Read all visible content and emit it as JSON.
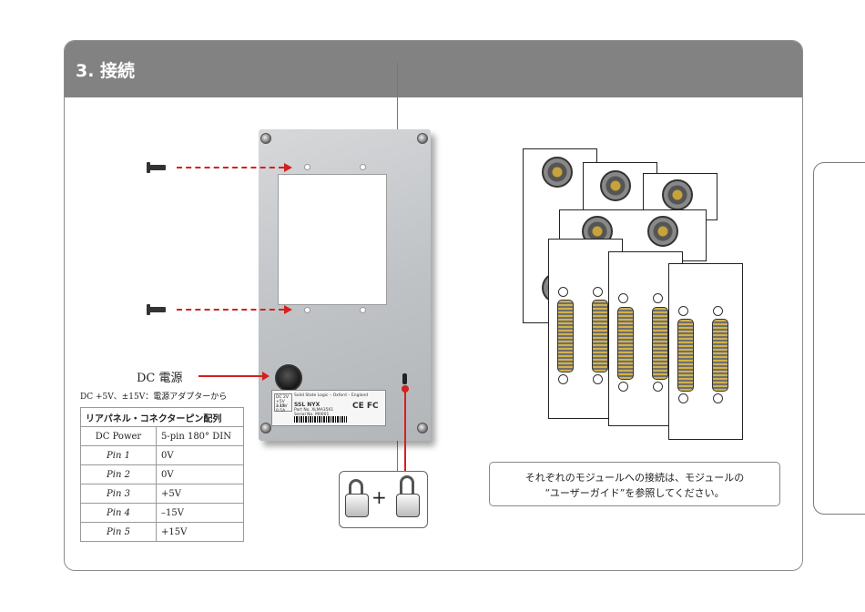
{
  "header": {
    "title": "3. 接続"
  },
  "rear_panel": {
    "sticker": {
      "spec_lines": [
        "DC 2V",
        "+5V 2.1A",
        "±15V 0.5A"
      ],
      "origin": "Solid State Logic – Oxford – England",
      "brand": "SSL NYX",
      "part_no": "Part No. XLMA3561",
      "serial_no": "Serial No. M0001",
      "marks": "CE FC"
    }
  },
  "dc_power": {
    "label": "DC 電源",
    "note": "DC +5V、±15V：電源アダプターから"
  },
  "pin_table": {
    "title": "リアパネル・コネクターピン配列",
    "header_row": [
      "DC Power",
      "5-pin 180° DIN"
    ],
    "rows": [
      {
        "pin": "Pin 1",
        "value": "0V"
      },
      {
        "pin": "Pin 2",
        "value": "0V"
      },
      {
        "pin": "Pin 3",
        "value": "+5V"
      },
      {
        "pin": "Pin 4",
        "value": "–15V"
      },
      {
        "pin": "Pin 5",
        "value": "+15V"
      }
    ]
  },
  "lock_symbol": {
    "plus": "+"
  },
  "caption": {
    "line1": "それぞれのモジュールへの接続は、モジュールの",
    "line2": "“ユーザーガイド”を参照してください。"
  },
  "colors": {
    "accent_red": "#d52020",
    "header_gray": "#828282"
  }
}
